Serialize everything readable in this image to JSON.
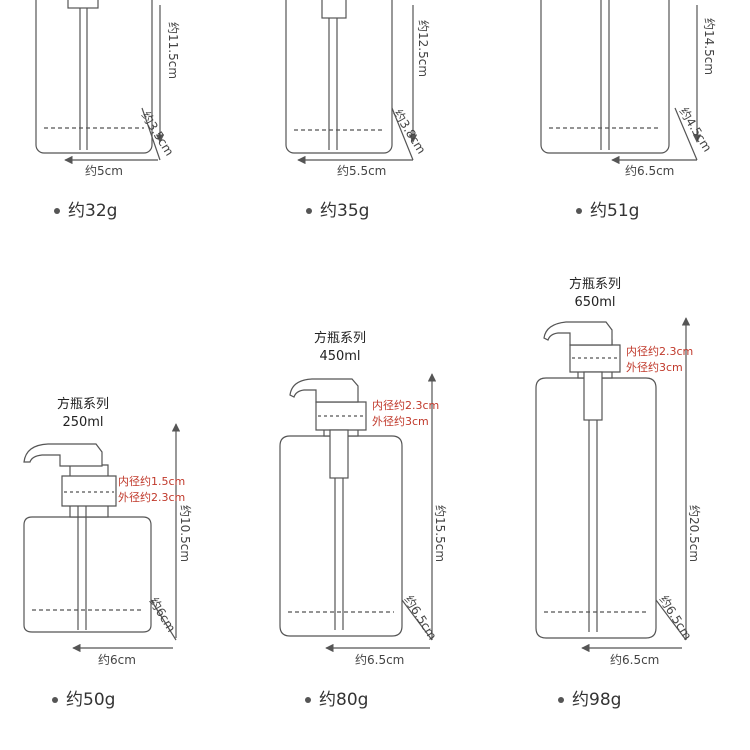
{
  "products": [
    {
      "height": "约11.5cm",
      "depth": "约3.5cm",
      "width": "约5cm",
      "weight": "约32g"
    },
    {
      "height": "约12.5cm",
      "depth": "约3.8cm",
      "width": "约5.5cm",
      "weight": "约35g"
    },
    {
      "height": "约14.5cm",
      "depth": "约4.5cm",
      "width": "约6.5cm",
      "weight": "约51g"
    },
    {
      "series": "方瓶系列",
      "volume": "250ml",
      "inner": "内径约1.5cm",
      "outer": "外径约2.3cm",
      "height": "约10.5cm",
      "depth": "约6cm",
      "width": "约6cm",
      "weight": "约50g"
    },
    {
      "series": "方瓶系列",
      "volume": "450ml",
      "inner": "内径约2.3cm",
      "outer": "外径约3cm",
      "height": "约15.5cm",
      "depth": "约6.5cm",
      "width": "约6.5cm",
      "weight": "约80g"
    },
    {
      "series": "方瓶系列",
      "volume": "650ml",
      "inner": "内径约2.3cm",
      "outer": "外径约3cm",
      "height": "约20.5cm",
      "depth": "约6.5cm",
      "width": "约6.5cm",
      "weight": "约98g"
    }
  ],
  "colors": {
    "line": "#555555",
    "note": "#c0392b"
  }
}
